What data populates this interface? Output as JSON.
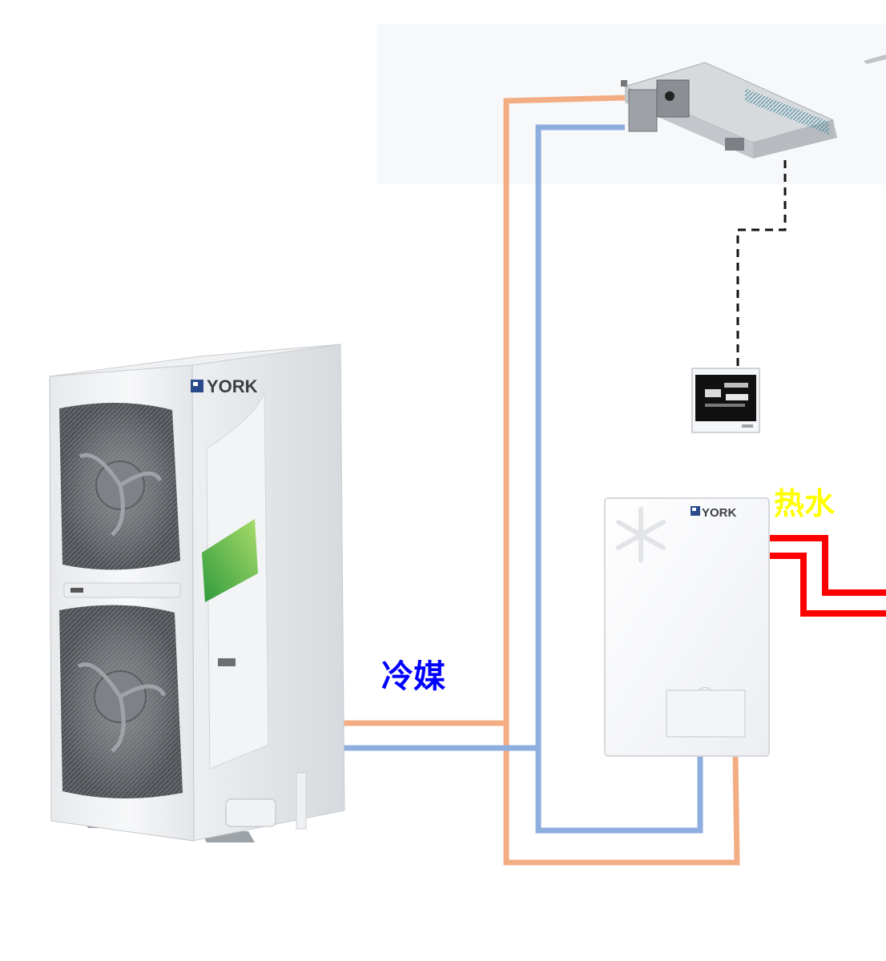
{
  "labels": {
    "refrigerant": "冷媒",
    "hot_water": "热水"
  },
  "units": {
    "outdoor_brand": "YORK",
    "water_module_brand": "YORK"
  },
  "colors": {
    "refrigerant_label": "#0000ff",
    "hot_water_label": "#ffff00",
    "liquid_pipe": "#f3ad82",
    "gas_pipe": "#8eaee0",
    "hot_water_pipe": "#ff0000",
    "control_wire": "#111111",
    "brand_blue": "#2a4a8c"
  },
  "icons": [
    "outdoor-unit-icon",
    "ducted-indoor-unit-icon",
    "wall-controller-icon",
    "hydro-module-icon",
    "snowflake-icon",
    "fan-icon"
  ]
}
